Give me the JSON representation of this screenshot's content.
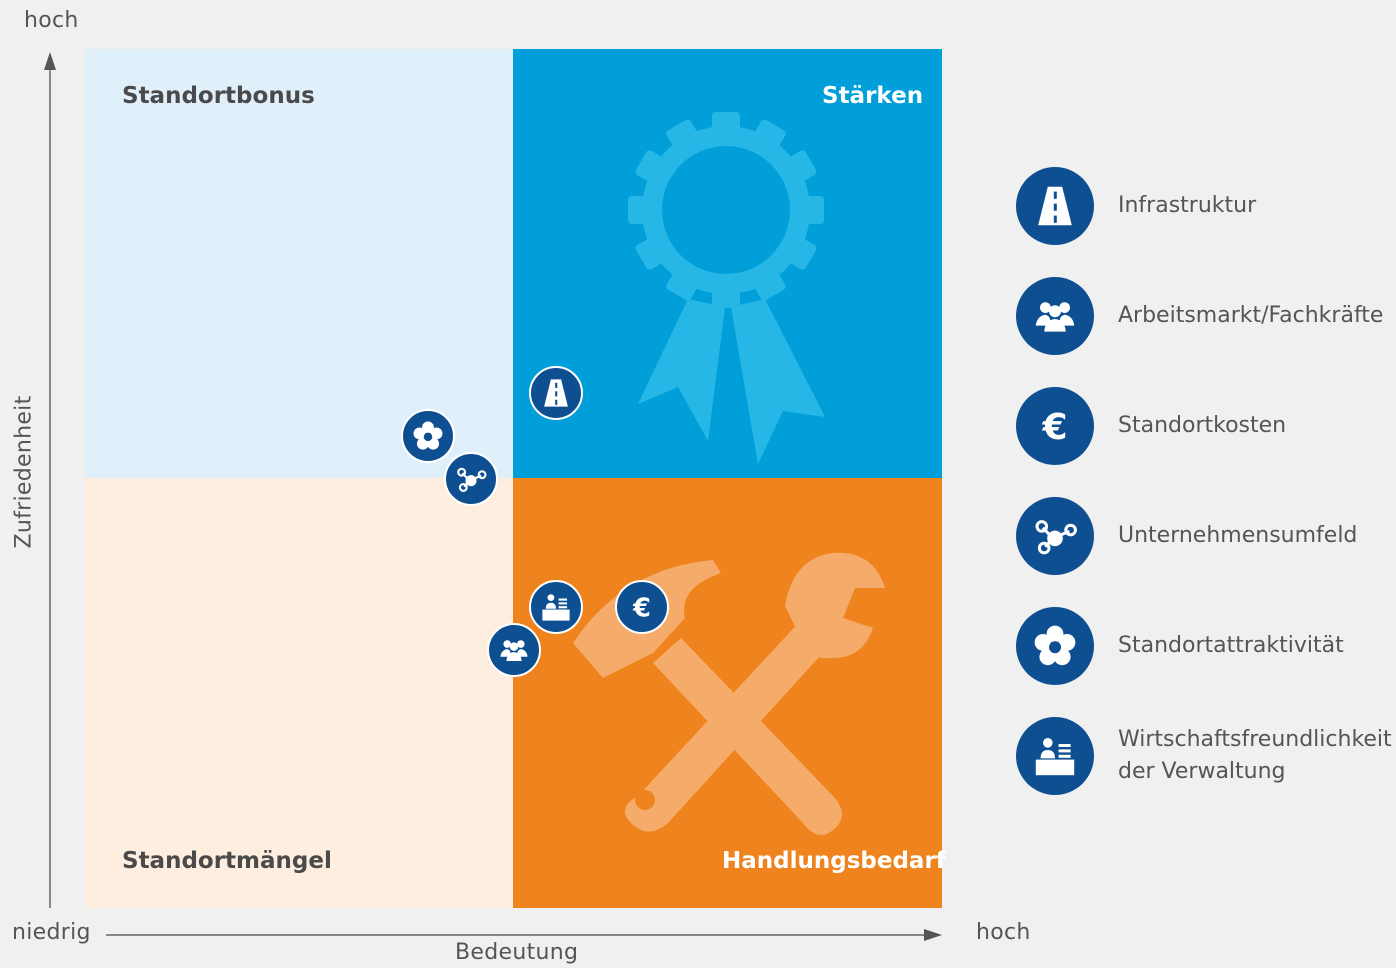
{
  "chart_data": {
    "type": "scatter",
    "xlabel": "Bedeutung",
    "ylabel": "Zufriedenheit",
    "x_low_label": "niedrig",
    "x_high_label": "hoch",
    "y_high_label": "hoch",
    "quadrants": {
      "top_left": "Standortbonus",
      "top_right": "Stärken",
      "bottom_left": "Standortmängel",
      "bottom_right": "Handlungsbedarf"
    },
    "colors": {
      "top_left": "#dff0fa",
      "top_right": "#009fd9",
      "bottom_left": "#fdeee0",
      "bottom_right": "#ef841f",
      "marker": "#0d4f91"
    },
    "xlim": [
      0,
      1
    ],
    "ylim": [
      0,
      1
    ],
    "points": [
      {
        "name": "Infrastruktur",
        "icon": "road-icon",
        "x": 0.55,
        "y": 0.6
      },
      {
        "name": "Arbeitsmarkt/Fachkräfte",
        "icon": "people-icon",
        "x": 0.5,
        "y": 0.3
      },
      {
        "name": "Standortkosten",
        "icon": "euro-icon",
        "x": 0.65,
        "y": 0.35
      },
      {
        "name": "Unternehmensumfeld",
        "icon": "network-icon",
        "x": 0.45,
        "y": 0.5
      },
      {
        "name": "Standortattraktivität",
        "icon": "flower-icon",
        "x": 0.4,
        "y": 0.55
      },
      {
        "name": "Wirtschaftsfreundlichkeit der Verwaltung",
        "icon": "office-icon",
        "x": 0.55,
        "y": 0.35
      }
    ]
  },
  "legend": [
    {
      "label": "Infrastruktur",
      "icon": "road-icon"
    },
    {
      "label": "Arbeitsmarkt/Fachkräfte",
      "icon": "people-icon"
    },
    {
      "label": "Standortkosten",
      "icon": "euro-icon"
    },
    {
      "label": "Unternehmensumfeld",
      "icon": "network-icon"
    },
    {
      "label": "Standortattraktivität",
      "icon": "flower-icon"
    },
    {
      "label": "Wirtschaftsfreundlichkeit der Verwaltung",
      "icon": "office-icon"
    }
  ]
}
